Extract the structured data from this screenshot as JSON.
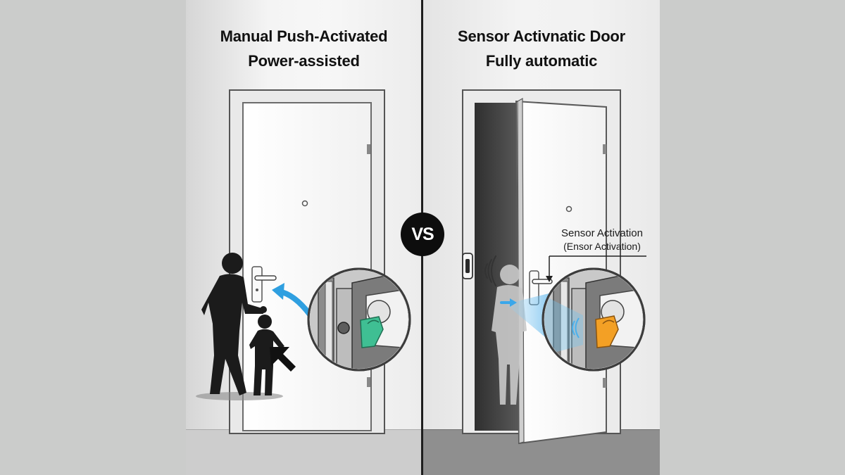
{
  "panels": {
    "left": {
      "title_line1": "Manual Push-Activated",
      "title_line2": "Power-assisted"
    },
    "right": {
      "title_line1": "Sensor Activnatic Door",
      "title_line2": "Fully automatic",
      "callout_line1": "Sensor Activation",
      "callout_line2": "(Ensor Activation)"
    }
  },
  "vs_label": "VS",
  "colors": {
    "manual_accent": "#2f9fe0",
    "latch_green": "#3fbf93",
    "latch_orange": "#f3a025",
    "sensor_beam": "#5ab8ee",
    "divider": "#1e1e1e",
    "silhouette": "#1b1b1b"
  },
  "icons": {
    "left": [
      "adult-silhouette-icon",
      "child-silhouette-icon",
      "push-arrow-icon",
      "curved-arrow-icon",
      "latch-magnifier-icon"
    ],
    "right": [
      "ghost-person-icon",
      "motion-sensor-icon",
      "sensor-waves-icon",
      "latch-magnifier-icon"
    ]
  }
}
